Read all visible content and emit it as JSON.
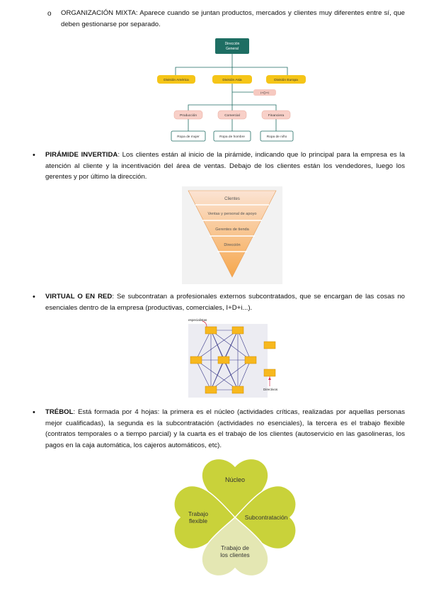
{
  "mixta": {
    "marker": "o",
    "title": "ORGANIZACIÓN MIXTA:",
    "text": " Aparece cuando se juntan productos, mercados y clientes muy diferentes entre sí, que deben gestionarse por separado.",
    "chart": {
      "top": "Dirección General",
      "regions": [
        "División América",
        "División Asia",
        "División Europa"
      ],
      "side": "I+D+I",
      "departments": [
        "Producción",
        "Comercial",
        "Financiera"
      ],
      "products": [
        "Ropa de mujer",
        "Ropa de hombre",
        "Ropa de niño"
      ]
    }
  },
  "piramide": {
    "marker": "•",
    "title": "PIRÁMIDE INVERTIDA",
    "text": ": Los clientes están al inicio de la pirámide, indicando que lo principal para la empresa es la atención al cliente y la incentivación del área de ventas. Debajo de los clientes están los vendedores, luego los gerentes y por último la dirección.",
    "levels": [
      "Clientes",
      "Ventas y personal de apoyo",
      "Gerentes de tienda",
      "Dirección"
    ]
  },
  "virtual": {
    "marker": "•",
    "title": "VIRTUAL O EN RED",
    "text": ": Se subcontratan a profesionales externos subcontratados, que se encargan de las cosas no esenciales dentro de la empresa (productivas, comerciales, I+D+i...).",
    "label_top": "especialistas",
    "label_bottom": "Directivos"
  },
  "trebol": {
    "marker": "•",
    "title": "TRÉBOL",
    "text": ": Está formada por 4 hojas: la primera es el núcleo (actividades críticas, realizadas por aquellas personas mejor cualificadas), la segunda es la subcontratación (actividades no esenciales), la tercera es el trabajo flexible (contratos temporales o a tiempo parcial) y la cuarta es el trabajo de los clientes (autoservicio en las gasolineras, los pagos en la caja automática, los cajeros automáticos, etc).",
    "leaves": {
      "top": "Núcleo",
      "right": "Subcontratación",
      "left_1": "Trabajo",
      "left_2": "flexible",
      "bottom_1": "Trabajo de",
      "bottom_2": "los clientes"
    }
  }
}
